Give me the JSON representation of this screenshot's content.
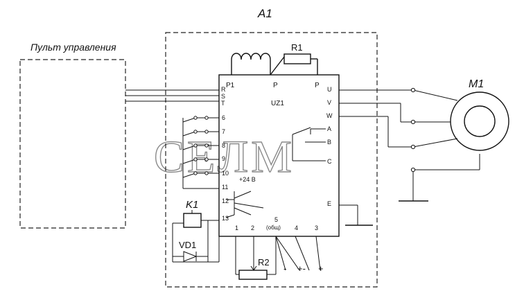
{
  "labels": {
    "a1": "A1",
    "panel": "Пульт управления",
    "m1": "M1",
    "k1": "K1",
    "vd1": "VD1",
    "r1": "R1",
    "r2": "R2",
    "uz1": "UZ1",
    "watermark": "СЕЛМ"
  },
  "pins": {
    "p1": "P1",
    "p_mid": "P",
    "p_right": "P",
    "r": "R",
    "s": "S",
    "t": "T",
    "n6": "6",
    "n7": "7",
    "n8": "8",
    "n9": "9",
    "n10": "10",
    "n11": "11",
    "n12": "12",
    "n13": "13",
    "v24": "+24  B",
    "u": "U",
    "v": "V",
    "w": "W",
    "a": "A",
    "b": "B",
    "c": "C",
    "e": "E",
    "b1": "1",
    "b2": "2",
    "b5": "5",
    "b_common": "(общ)",
    "b4": "4",
    "b3": "3"
  },
  "signs": {
    "minus": "-",
    "plus_minus": "+-",
    "plus": "+"
  }
}
